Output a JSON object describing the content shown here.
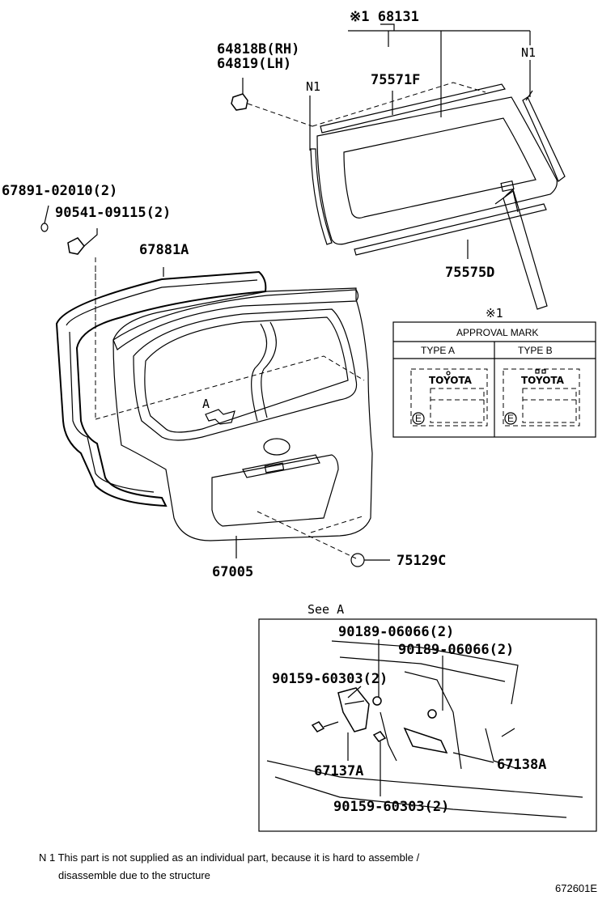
{
  "labels": {
    "p68131": "※1 68131",
    "p64818b": "64818B(RH)",
    "p64819": "64819(LH)",
    "n1_left": "N1",
    "n1_right": "N1",
    "p75571f": "75571F",
    "p67891": "67891-02010(2)",
    "p90541": "90541-09115(2)",
    "p67881a": "67881A",
    "p75575d": "75575D",
    "arrow_a": "A",
    "p67005": "67005",
    "p75129c": "75129C",
    "see_a": "See A",
    "p90189_1": "90189-06066(2)",
    "p90189_2": "90189-06066(2)",
    "p90159_1": "90159-60303(2)",
    "p67137a": "67137A",
    "p67138a": "67138A",
    "p90159_2": "90159-60303(2)"
  },
  "approval_box": {
    "ref": "※1",
    "title": "APPROVAL MARK",
    "type_a": "TYPE A",
    "type_b": "TYPE B",
    "logo_a": "TOYOTA",
    "logo_b": "TOYOTA",
    "e_mark_a": "E",
    "e_mark_b": "E"
  },
  "footnote": {
    "line1": "N 1 This part is not supplied as an individual part, because it is hard to assemble /",
    "line2": "disassemble due to the structure"
  },
  "diagram_code": "672601E"
}
